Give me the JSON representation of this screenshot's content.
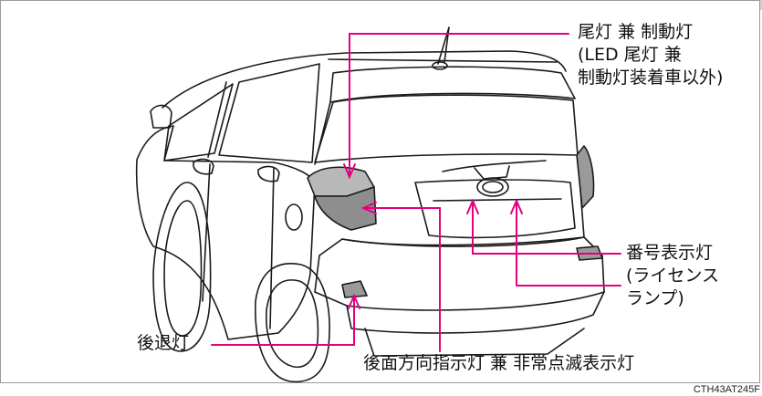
{
  "labels": {
    "tail_stop": [
      "尾灯 兼 制動灯",
      "(LED 尾灯 兼",
      "制動灯装着車以外)"
    ],
    "license": [
      "番号表示灯",
      "(ライセンス",
      "ランプ)"
    ],
    "reverse": "後退灯",
    "turn_hazard": "後面方向指示灯 兼 非常点滅表示灯"
  },
  "figure_code": "CTH43AT245F",
  "colors": {
    "callout": "#e4007f",
    "line_art": "#1a1a1a",
    "lamp_fill": "#9a9a9a"
  }
}
